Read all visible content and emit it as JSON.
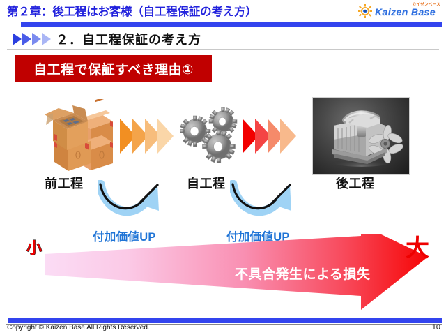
{
  "header": {
    "title": "第２章：後工程はお客様（自工程保証の考え方）",
    "logo_kana": "カイゼンベース",
    "logo_text": "Kaizen Base",
    "accent_blue": "#3344ee",
    "title_color": "#2222dd"
  },
  "section": {
    "title": "２．自工程保証の考え方"
  },
  "banner": {
    "text": "自工程で保証すべき理由①",
    "bg_color": "#c00000",
    "text_color": "#ffffff"
  },
  "flow": {
    "steps": [
      {
        "label": "前工程",
        "icon": "cardboard-boxes-icon"
      },
      {
        "label": "自工程",
        "icon": "gears-icon"
      },
      {
        "label": "後工程",
        "icon": "truck-engine-photo"
      }
    ],
    "connectors": [
      {
        "name": "orange-chevrons",
        "color": "#f39530"
      },
      {
        "name": "red-chevrons",
        "color": "#ee0000"
      }
    ]
  },
  "value_up": {
    "labels": [
      "付加価値UP",
      "付加価値UP"
    ],
    "text_color": "#1f74d6",
    "arrow_color": "#9fd3f5"
  },
  "loss_arrow": {
    "left_label": "小",
    "right_label": "大",
    "text": "不具合発生による損失",
    "gradient_from": "#fbdcf5",
    "gradient_to": "#f60505",
    "label_color": "#ee0000"
  },
  "footer": {
    "copyright": "Copyright ©  Kaizen Base  All Rights Reserved.",
    "page_number": "10"
  }
}
